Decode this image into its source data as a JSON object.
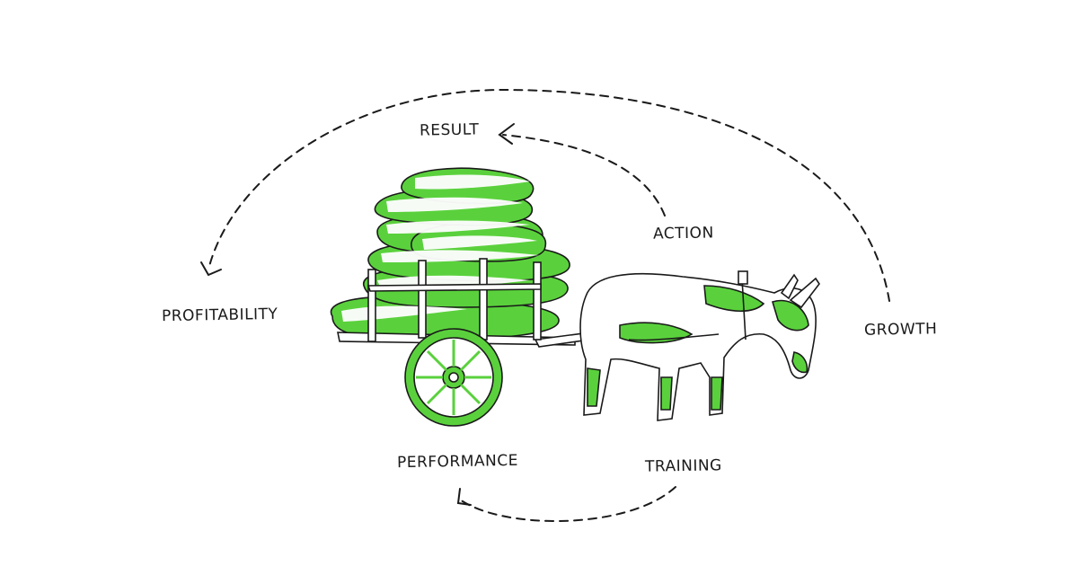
{
  "labels": {
    "result": "RESULT",
    "action": "ACTION",
    "profitability": "PROFITABILITY",
    "growth": "GROWTH",
    "performance": "PERFORMANCE",
    "training": "TRAINING"
  },
  "colors": {
    "accent": "#5ad13c",
    "ink": "#1a1a1a",
    "background": "#ffffff"
  },
  "icons": {
    "figure": "donkey-pulling-cart-icon",
    "arrowheads": "chevron-arrow-icon"
  }
}
